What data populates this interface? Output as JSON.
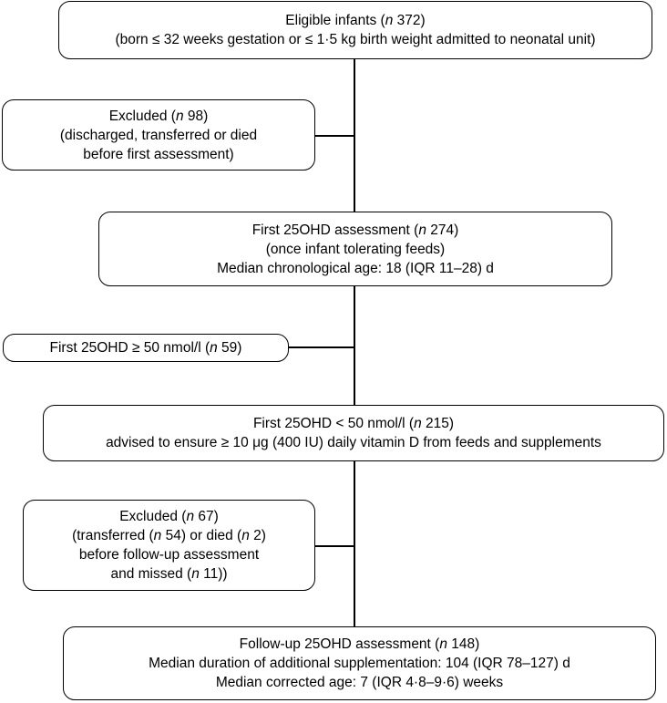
{
  "boxes": {
    "eligible": {
      "line1_pre": "Eligible infants (",
      "n_label": "n",
      "line1_post": " 372)",
      "line2": "(born ≤ 32 weeks gestation or ≤ 1·5 kg birth weight admitted to neonatal unit)"
    },
    "excluded_first": {
      "line1_pre": "Excluded (",
      "n_label": "n",
      "line1_post": " 98)",
      "line2": "(discharged, transferred or died",
      "line3": "before first assessment)"
    },
    "first_assessment": {
      "line1_pre": "First 25OHD assessment (",
      "n_label": "n",
      "line1_post": " 274)",
      "line2": "(once infant tolerating feeds)",
      "line3": "Median chronological age: 18 (IQR 11–28) d"
    },
    "sufficient": {
      "line1_pre": "First 25OHD ≥ 50 nmol/l (",
      "n_label": "n",
      "line1_post": " 59)"
    },
    "insufficient": {
      "line1_pre": "First 25OHD < 50 nmol/l (",
      "n_label": "n",
      "line1_post": " 215)",
      "line2": "advised to ensure ≥ 10 μg (400 IU) daily vitamin D from feeds and supplements"
    },
    "excluded_followup": {
      "line1_pre": "Excluded (",
      "n_label": "n",
      "line1_post": " 67)",
      "line2_pre": "(transferred (",
      "line2_n1": "n",
      "line2_mid": " 54) or died (",
      "line2_n2": "n",
      "line2_post": " 2)",
      "line3": "before follow-up assessment",
      "line4_pre": "and missed (",
      "line4_n": "n",
      "line4_post": " 11))"
    },
    "followup": {
      "line1_pre": "Follow-up 25OHD assessment (",
      "n_label": "n",
      "line1_post": " 148)",
      "line2": "Median duration of additional supplementation: 104 (IQR 78–127) d",
      "line3": "Median corrected age: 7 (IQR 4·8–9·6) weeks"
    }
  }
}
